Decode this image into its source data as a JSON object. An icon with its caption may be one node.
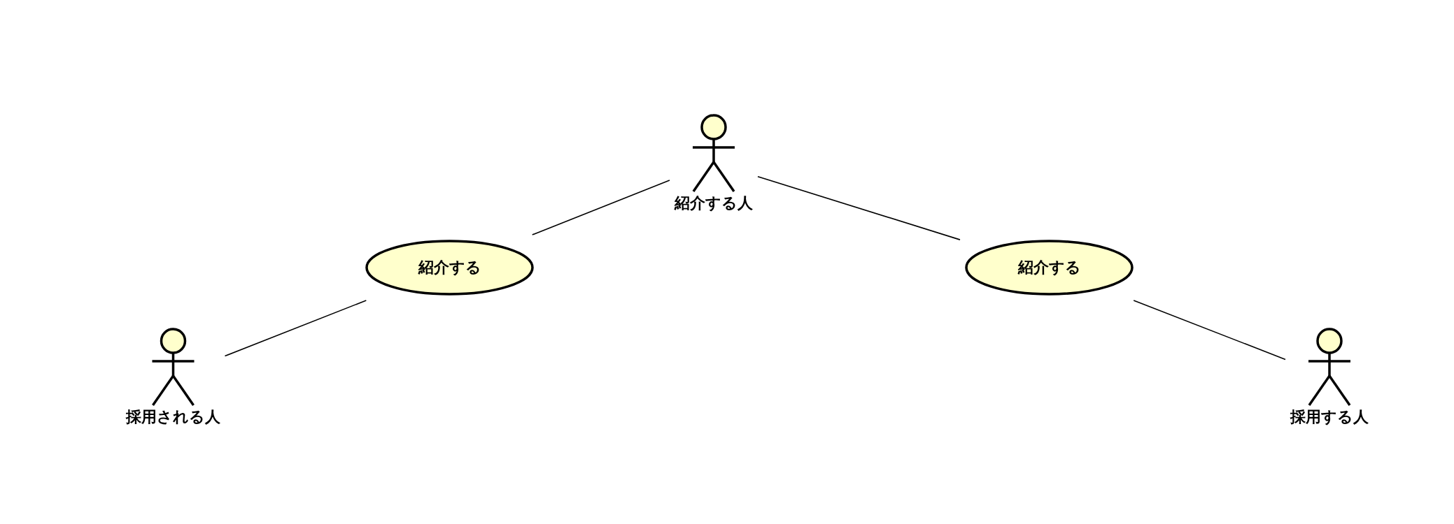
{
  "diagram": {
    "nodes": [
      {
        "text": [
          "紹介する人"
        ]
      },
      {
        "text": [
          "紹介する"
        ]
      },
      {
        "text": [
          "紹介する"
        ]
      },
      {
        "text": [
          "採用される人"
        ]
      },
      {
        "text": [
          "採用する人"
        ]
      }
    ],
    "edges": [
      {
        "from": 0,
        "to": 1,
        "arrow": "none"
      },
      {
        "from": 0,
        "to": 2,
        "arrow": "none"
      },
      {
        "from": 3,
        "to": 1,
        "arrow": "none"
      },
      {
        "from": 4,
        "to": 2,
        "arrow": "none"
      }
    ]
  }
}
